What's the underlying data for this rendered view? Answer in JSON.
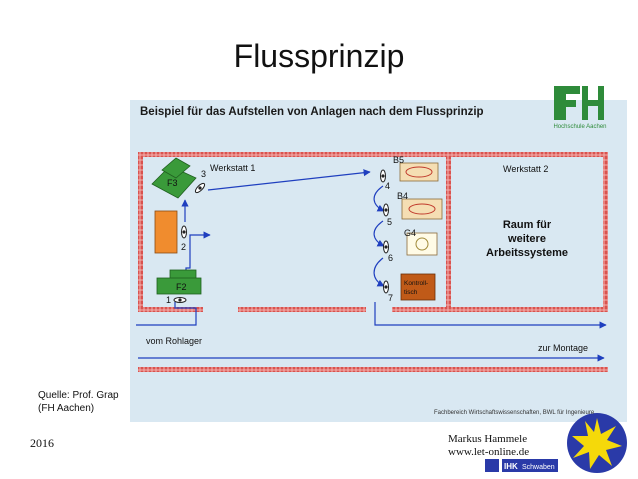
{
  "slide": {
    "title": "Flussprinzip",
    "heading": "Beispiel für das Aufstellen von Anlagen nach dem Flussprinzip",
    "source_line1": "Quelle: Prof. Grap",
    "source_line2": "(FH Aachen)",
    "footer_small": "Fachbereich Wirtschaftswissenschaften, BWL für Ingenieure",
    "year": "2016",
    "author_name": "Markus Hammele",
    "author_url": "www.let-online.de"
  },
  "logo": {
    "main": "FH",
    "sub": "Hochschule Aachen",
    "color": "#2e8b3a"
  },
  "diagram": {
    "werkstatt1": "Werkstatt 1",
    "werkstatt2": "Werkstatt 2",
    "raum_line1": "Raum für",
    "raum_line2": "weitere",
    "raum_line3": "Arbeitssysteme",
    "vom_rohlager": "vom Rohlager",
    "zur_montage": "zur Montage",
    "machine_f3": "F3",
    "machine_f2": "F2",
    "machine_b5": "B5",
    "machine_b4": "B4",
    "machine_g4": "G4",
    "kontroll_line1": "Kontroll-",
    "kontroll_line2": "tisch",
    "step1": "1",
    "step2": "2",
    "step3": "3",
    "step4": "4",
    "step5": "5",
    "step6": "6",
    "step7": "7",
    "wall_color": "#d9534f",
    "flow_color": "#1f3fbf",
    "machine_green": "#3a9a3a",
    "machine_orange": "#f08c2e",
    "machine_beige": "#f5deb3",
    "kontroll_brown": "#c05a18"
  },
  "ihk": {
    "label": "IHK",
    "region": "Schwaben"
  }
}
